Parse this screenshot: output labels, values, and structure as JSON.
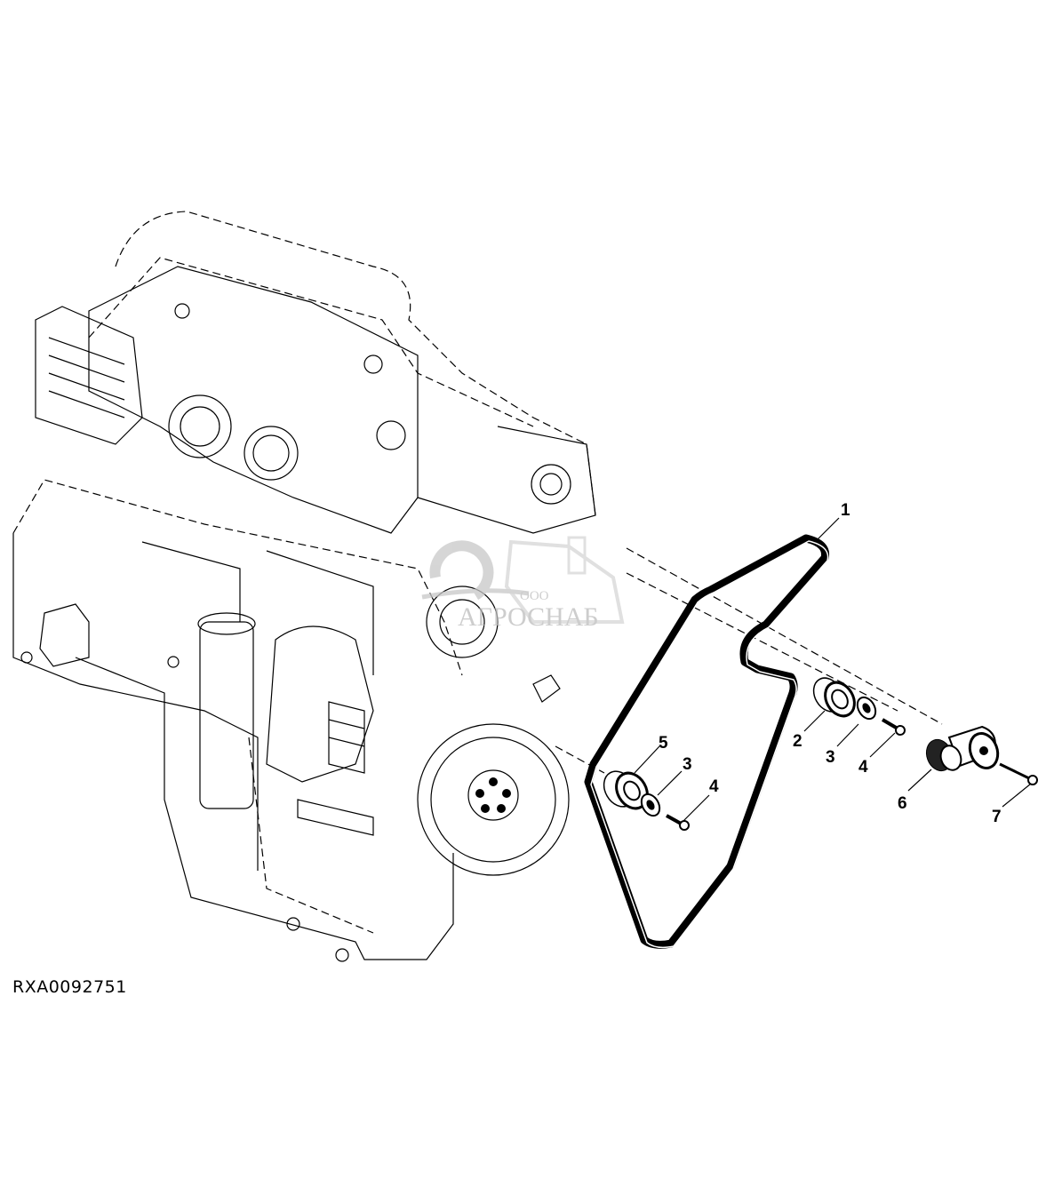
{
  "figure": {
    "id": "RXA0092751",
    "watermark": {
      "line1": "ООО",
      "line2": "АГРОСНАБ"
    },
    "callouts": [
      {
        "number": "1",
        "part": "belt"
      },
      {
        "number": "2",
        "part": "idler-pulley"
      },
      {
        "number": "3",
        "part": "washer"
      },
      {
        "number": "4",
        "part": "bolt"
      },
      {
        "number": "5",
        "part": "idler-pulley"
      },
      {
        "number": "3",
        "part": "washer"
      },
      {
        "number": "4",
        "part": "bolt"
      },
      {
        "number": "6",
        "part": "belt-tensioner"
      },
      {
        "number": "7",
        "part": "bolt"
      }
    ]
  }
}
